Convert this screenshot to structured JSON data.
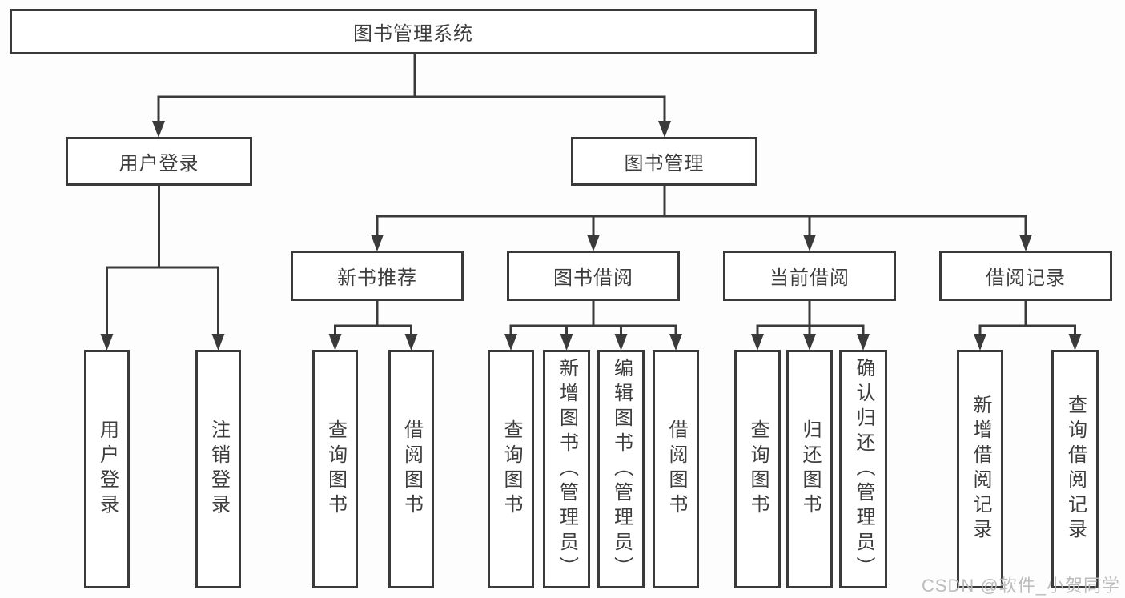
{
  "diagram": {
    "type": "hierarchy-tree",
    "colors": {
      "line": "#3a3a3a",
      "box_border": "#3a3a3a",
      "box_background": "#ffffff",
      "text": "#3d3d3d",
      "watermark": "#b8b8b8"
    },
    "tree": {
      "label": "图书管理系统",
      "children": [
        {
          "label": "用户登录",
          "children": [
            {
              "label": "用户登录"
            },
            {
              "label": "注销登录"
            }
          ]
        },
        {
          "label": "图书管理",
          "children": [
            {
              "label": "新书推荐",
              "children": [
                {
                  "label": "查询图书"
                },
                {
                  "label": "借阅图书"
                }
              ]
            },
            {
              "label": "图书借阅",
              "children": [
                {
                  "label": "查询图书"
                },
                {
                  "label": "新增图书（管理员）"
                },
                {
                  "label": "编辑图书（管理员）"
                },
                {
                  "label": "借阅图书"
                }
              ]
            },
            {
              "label": "当前借阅",
              "children": [
                {
                  "label": "查询图书"
                },
                {
                  "label": "归还图书"
                },
                {
                  "label": "确认归还（管理员）"
                }
              ]
            },
            {
              "label": "借阅记录",
              "children": [
                {
                  "label": "新增借阅记录"
                },
                {
                  "label": "查询借阅记录"
                }
              ]
            }
          ]
        }
      ]
    },
    "watermark": {
      "text": "CSDN @软件_小贺同学"
    }
  }
}
